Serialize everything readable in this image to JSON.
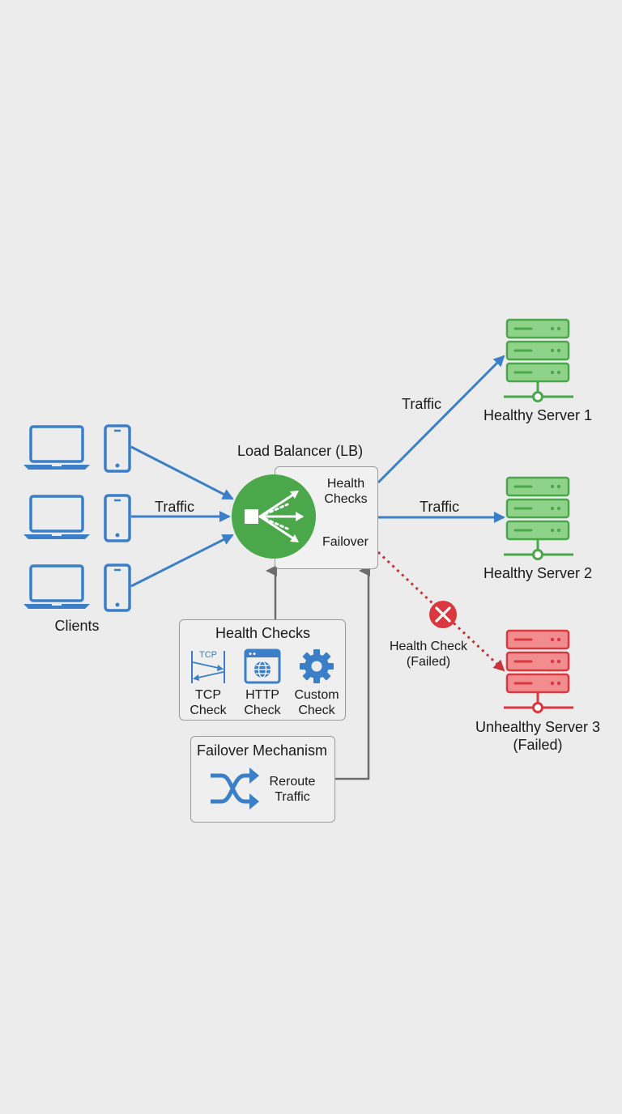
{
  "clients": {
    "label": "Clients",
    "devices": [
      "laptop-icon",
      "phone-icon"
    ]
  },
  "traffic_labels": {
    "clients_to_lb": "Traffic",
    "lb_to_server1": "Traffic",
    "lb_to_server2": "Traffic"
  },
  "load_balancer": {
    "title": "Load Balancer (LB)",
    "health_checks": "Health\nChecks",
    "failover": "Failover"
  },
  "servers": [
    {
      "label": "Healthy Server 1",
      "status": "healthy"
    },
    {
      "label": "Healthy Server 2",
      "status": "healthy"
    },
    {
      "label": "Unhealthy Server 3\n(Failed)",
      "status": "failed"
    }
  ],
  "failed_link": {
    "label": "Health Check\n(Failed)"
  },
  "health_checks_panel": {
    "title": "Health Checks",
    "items": [
      {
        "label": "TCP\nCheck",
        "icon_text": "TCP"
      },
      {
        "label": "HTTP\nCheck"
      },
      {
        "label": "Custom\nCheck"
      }
    ]
  },
  "failover_panel": {
    "title": "Failover Mechanism",
    "action": "Reroute\nTraffic"
  },
  "colors": {
    "blue": "#3b7fc8",
    "green": "#4aa84a",
    "red": "#d8383e",
    "gray": "#6d6d6d"
  }
}
